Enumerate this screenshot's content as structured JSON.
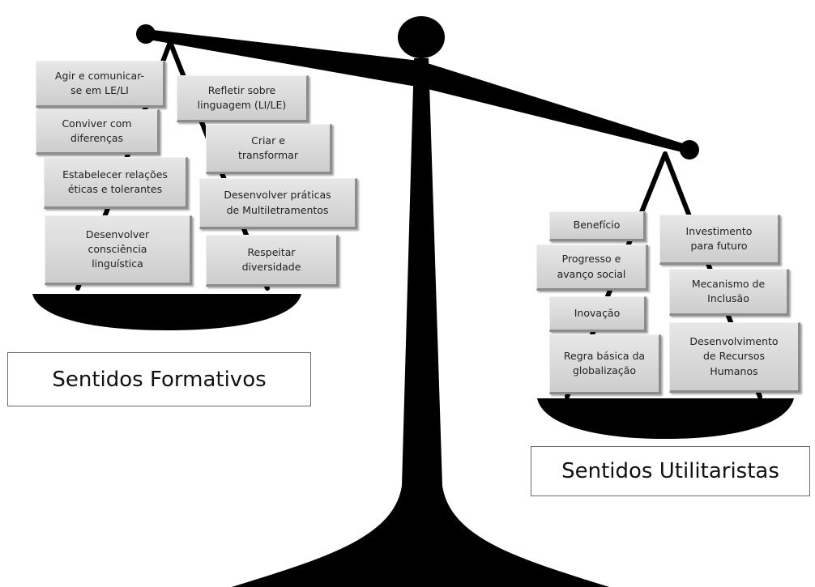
{
  "colors": {
    "scale": "#000000",
    "box_fill": "#d9d9d9",
    "box_text": "#222222",
    "label_border": "#6b6b6b"
  },
  "left_pan": {
    "title": "Sentidos Formativos",
    "items": [
      "Agir e comunicar-\nse em LE/LI",
      "Conviver com\ndiferenças",
      "Estabelecer relações\néticas e tolerantes",
      "Desenvolver\nconsciência\nlinguística",
      "Refletir sobre\nlinguagem (LI/LE)",
      "Criar e\ntransformar",
      "Desenvolver práticas\nde Multiletramentos",
      "Respeitar\ndiversidade"
    ]
  },
  "right_pan": {
    "title": "Sentidos Utilitaristas",
    "items": [
      "Benefício",
      "Progresso e\navanço social",
      "Inovação",
      "Regra básica da\nglobalização",
      "Investimento\npara futuro",
      "Mecanismo de\nInclusão",
      "Desenvolvimento\nde Recursos\nHumanos"
    ]
  }
}
